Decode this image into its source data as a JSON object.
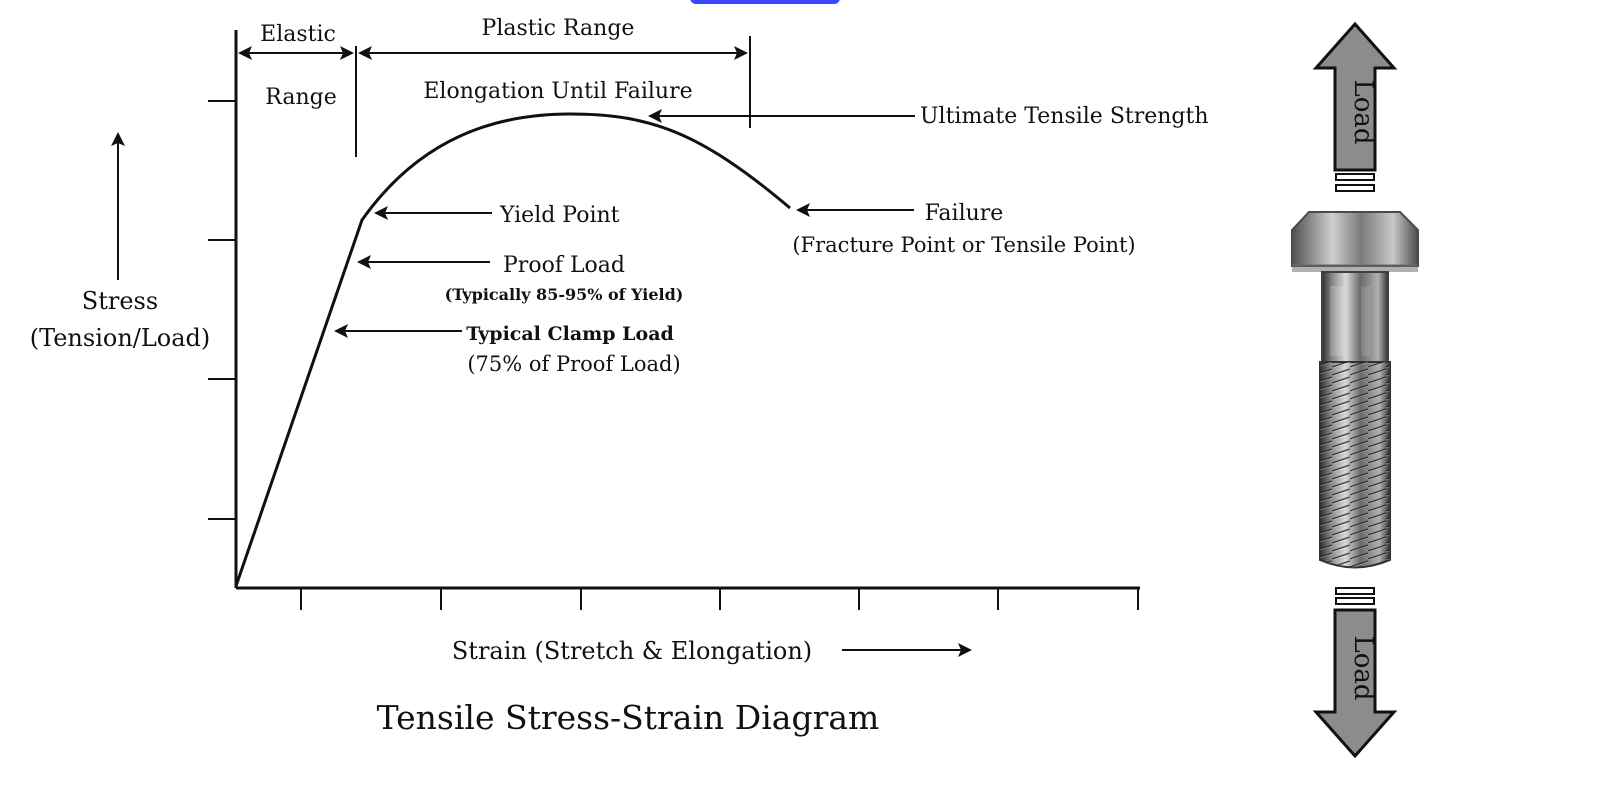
{
  "diagram": {
    "title": "Tensile Stress-Strain Diagram",
    "y_axis_label_line1": "Stress",
    "y_axis_label_line2": "(Tension/Load)",
    "x_axis_label": "Strain (Stretch & Elongation)",
    "elastic_label_line1": "Elastic",
    "elastic_label_line2": "Range",
    "plastic_label": "Plastic Range",
    "elongation_label": "Elongation Until Failure",
    "ultimate_label": "Ultimate Tensile Strength",
    "yield_label": "Yield Point",
    "proof_load_label": "Proof Load",
    "proof_load_note": "(Typically 85-95% of Yield)",
    "clamp_load_label": "Typical Clamp Load",
    "clamp_load_note": "(75% of Proof Load)",
    "failure_label": "Failure",
    "failure_note": "(Fracture Point or Tensile Point)",
    "load_top": "Load",
    "load_bottom": "Load"
  },
  "colors": {
    "ink": "#111111",
    "arrow_fill": "#8c8c8c",
    "background": "#ffffff",
    "top_accent": "#3a47ff"
  },
  "icons": {
    "bolt": "bolt-icon",
    "up_arrow": "up-arrow-icon",
    "down_arrow": "down-arrow-icon"
  }
}
